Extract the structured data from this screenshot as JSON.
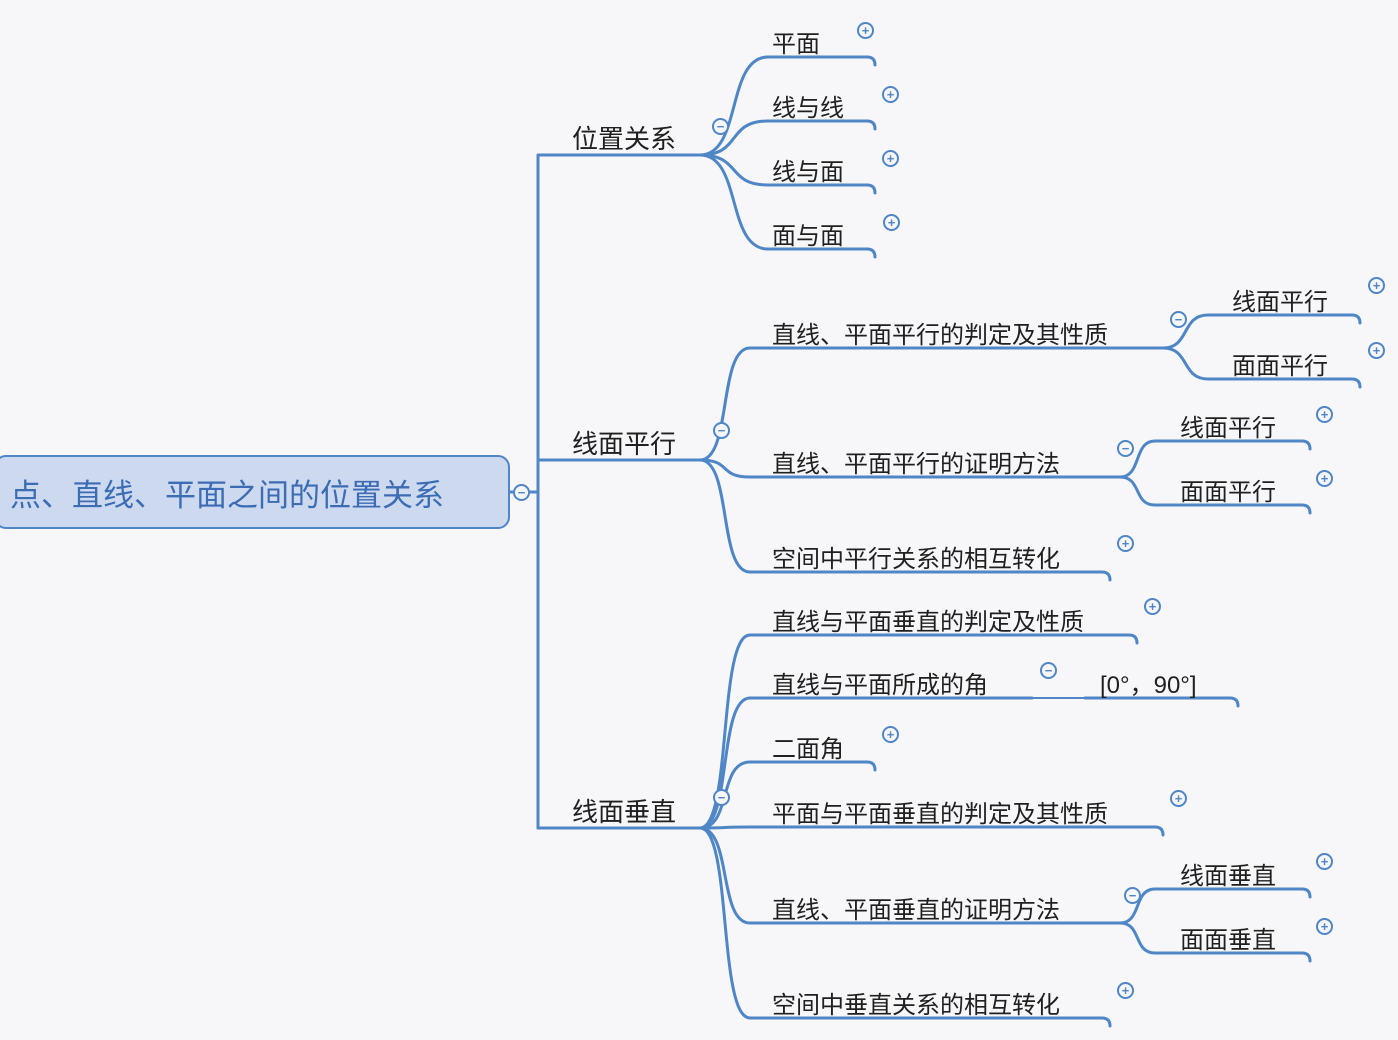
{
  "colors": {
    "line": "#4f86c6",
    "background": "#f7f7fa",
    "text": "#202020",
    "root_fill": "#ccd9ef",
    "root_text": "#3c6cb4"
  },
  "icons": {
    "expand": "+",
    "collapse": "−"
  },
  "root": {
    "label": "点、直线、平面之间的位置关系"
  },
  "branches": [
    {
      "label": "位置关系",
      "children": [
        {
          "label": "平面"
        },
        {
          "label": "线与线"
        },
        {
          "label": "线与面"
        },
        {
          "label": "面与面"
        }
      ]
    },
    {
      "label": "线面平行",
      "children": [
        {
          "label": "直线、平面平行的判定及其性质",
          "children": [
            {
              "label": "线面平行"
            },
            {
              "label": "面面平行"
            }
          ]
        },
        {
          "label": "直线、平面平行的证明方法",
          "children": [
            {
              "label": "线面平行"
            },
            {
              "label": "面面平行"
            }
          ]
        },
        {
          "label": "空间中平行关系的相互转化"
        }
      ]
    },
    {
      "label": "线面垂直",
      "children": [
        {
          "label": "直线与平面垂直的判定及性质"
        },
        {
          "label": "直线与平面所成的角",
          "children": [
            {
              "label": "[0°，90°]"
            }
          ]
        },
        {
          "label": "二面角"
        },
        {
          "label": "平面与平面垂直的判定及其性质"
        },
        {
          "label": "直线、平面垂直的证明方法",
          "children": [
            {
              "label": "线面垂直"
            },
            {
              "label": "面面垂直"
            }
          ]
        },
        {
          "label": "空间中垂直关系的相互转化"
        }
      ]
    }
  ]
}
